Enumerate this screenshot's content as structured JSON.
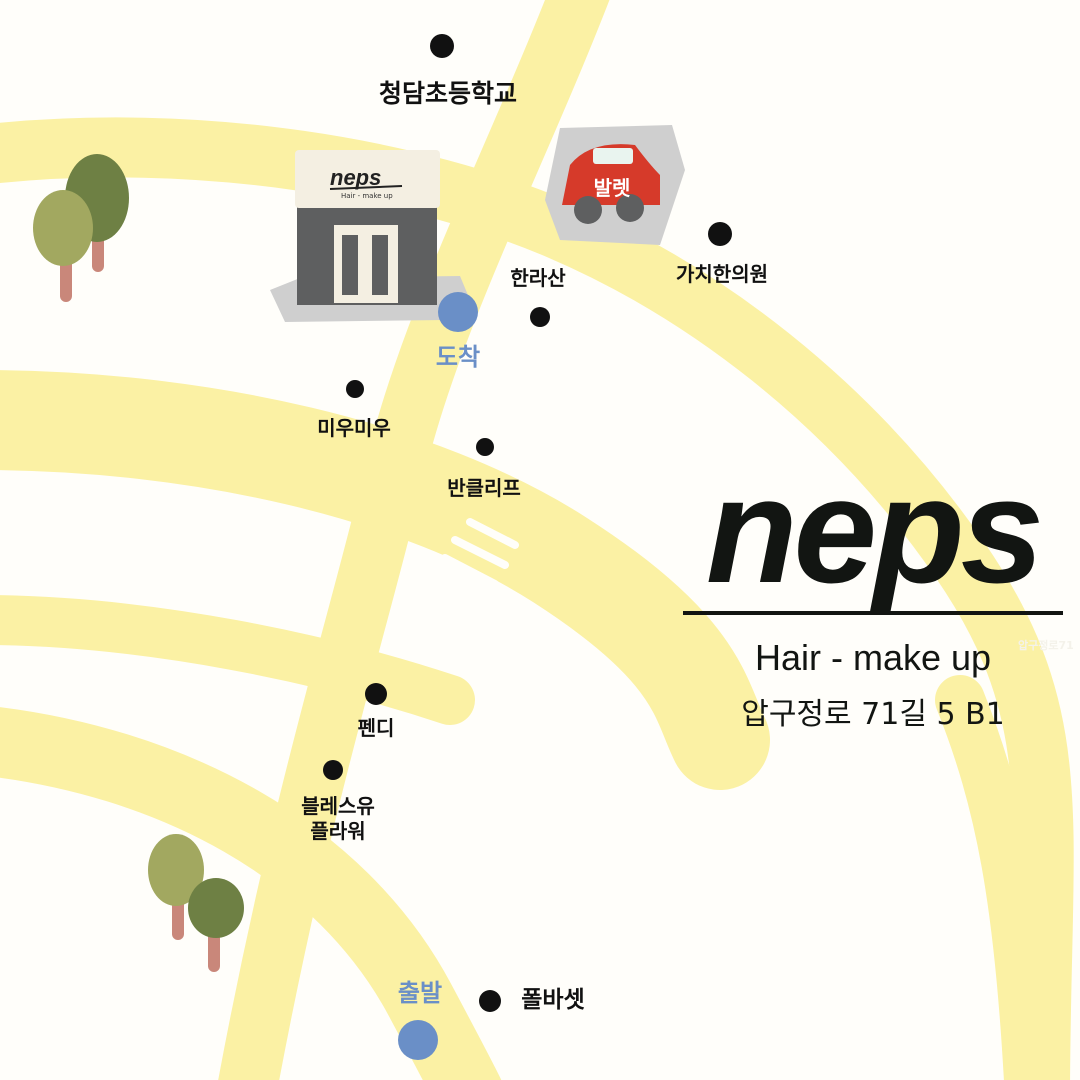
{
  "brand": {
    "logo": "neps",
    "subtitle": "Hair - make up",
    "address": "압구정로 71길 5 B1",
    "watermark": "압구정로71"
  },
  "shop": {
    "sign": "neps",
    "sign_sub": "Hair - make up"
  },
  "parking": {
    "label": "발렛",
    "car_color": "#d63a2a"
  },
  "route": {
    "arrival": "도착",
    "departure": "출발",
    "marker_color": "#6a8fc7"
  },
  "landmarks": [
    {
      "name": "청담초등학교"
    },
    {
      "name": "가치한의원"
    },
    {
      "name": "한라산"
    },
    {
      "name": "미우미우"
    },
    {
      "name": "반클리프"
    },
    {
      "name": "펜디"
    },
    {
      "name": "블레스유\n플라워"
    },
    {
      "name": "폴바셋"
    }
  ],
  "colors": {
    "road": "#fbf1a4",
    "text": "#121512",
    "building": "#5e5f60",
    "shadow": "#cfcfcf"
  }
}
